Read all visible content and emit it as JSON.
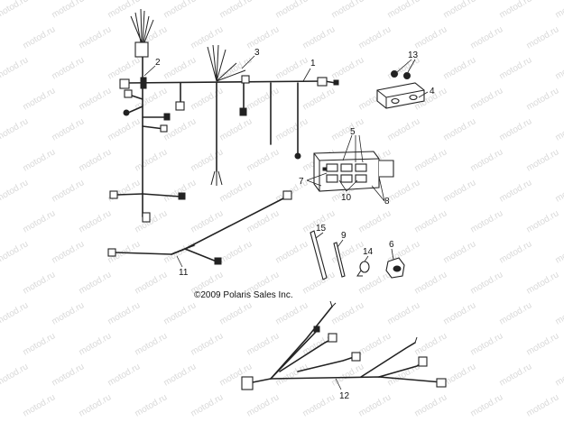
{
  "copyright": "©2009 Polaris Sales Inc.",
  "watermark": "motod.ru",
  "callouts": {
    "c1": "1",
    "c2": "2",
    "c3": "3",
    "c4": "4",
    "c5": "5",
    "c6": "6",
    "c7": "7",
    "c8": "8",
    "c9": "9",
    "c10": "10",
    "c11": "11",
    "c12": "12",
    "c13": "13",
    "c14": "14",
    "c15": "15"
  },
  "colors": {
    "line": "#222222",
    "watermark": "#d9d9d9",
    "background": "#ffffff"
  }
}
